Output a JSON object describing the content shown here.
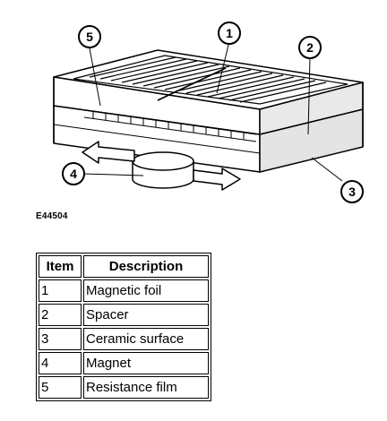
{
  "figure_id": "E44504",
  "callouts": [
    "1",
    "2",
    "3",
    "4",
    "5"
  ],
  "table": {
    "headers": [
      "Item",
      "Description"
    ],
    "rows": [
      {
        "item": "1",
        "description": "Magnetic foil"
      },
      {
        "item": "2",
        "description": "Spacer"
      },
      {
        "item": "3",
        "description": "Ceramic surface"
      },
      {
        "item": "4",
        "description": "Magnet"
      },
      {
        "item": "5",
        "description": "Resistance film"
      }
    ]
  }
}
